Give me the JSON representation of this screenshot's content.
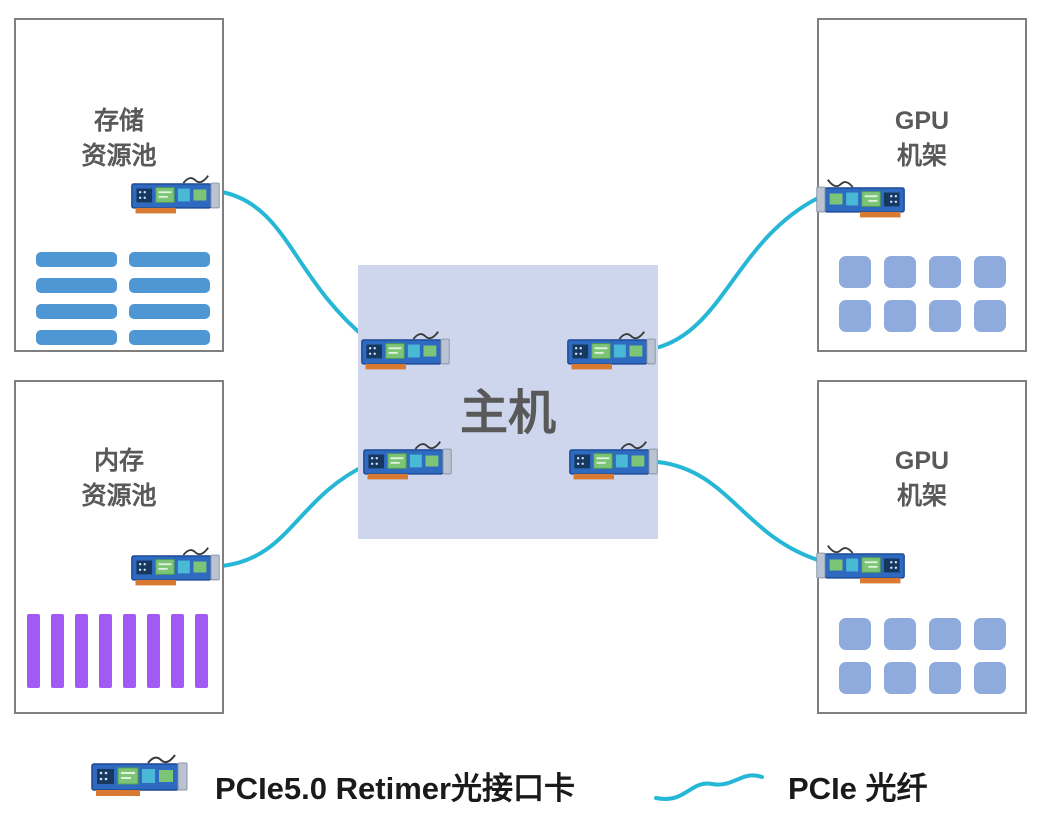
{
  "colors": {
    "fiber": "#27b7d6",
    "host_fill": "#cdd6ed",
    "storage_bar": "#4f97d4",
    "memory_bar": "#a259f5",
    "gpu_block": "#8faadc",
    "box_label": "#595959",
    "legend_text": "#1a1a1a"
  },
  "storage_pool": {
    "label_line1": "存储",
    "label_line2": "资源池",
    "drive_rows": 4,
    "drive_cols": 2
  },
  "memory_pool": {
    "label_line1": "内存",
    "label_line2": "资源池",
    "dimm_count": 8
  },
  "gpu_rack_top": {
    "label_line1": "GPU",
    "label_line2": "机架",
    "gpu_rows": 2,
    "gpu_cols": 4
  },
  "gpu_rack_bottom": {
    "label_line1": "GPU",
    "label_line2": "机架",
    "gpu_rows": 2,
    "gpu_cols": 4
  },
  "host": {
    "label": "主机"
  },
  "legend": {
    "card_label": "PCIe5.0 Retimer光接口卡",
    "fiber_label": "PCIe 光纤"
  }
}
